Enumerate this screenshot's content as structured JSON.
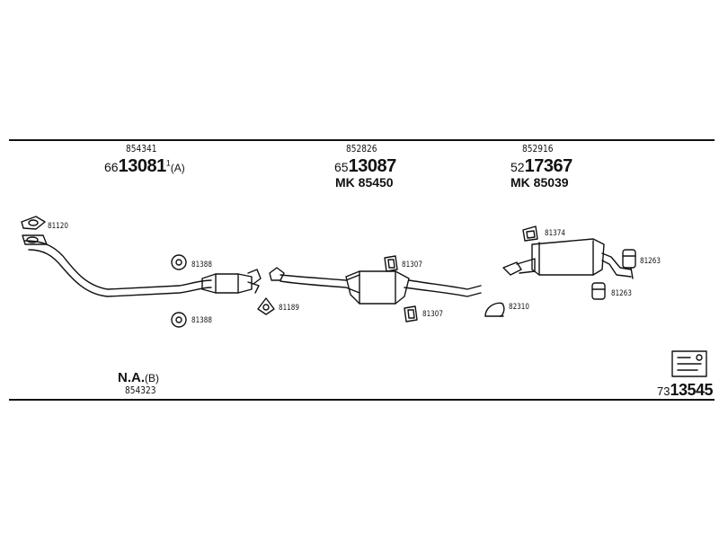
{
  "groups": [
    {
      "ref": "854341",
      "prefix": "66",
      "number": "13081",
      "sup": "1",
      "suffix": "(A)"
    },
    {
      "ref": "852826",
      "prefix": "65",
      "number": "13087",
      "mk": "MK  85450"
    },
    {
      "ref": "852916",
      "prefix": "52",
      "number": "17367",
      "mk": "MK  85039"
    }
  ],
  "parts": {
    "p81120": "81120",
    "p81388a": "81388",
    "p81388b": "81388",
    "p81189": "81189",
    "p81307a": "81307",
    "p81307b": "81307",
    "p82310": "82310",
    "p81374": "81374",
    "p81263a": "81263",
    "p81263b": "81263"
  },
  "na": {
    "label": "N.A.",
    "suffix": "(B)",
    "ref": "854323"
  },
  "footer": {
    "prefix": "73",
    "number": "13545"
  }
}
